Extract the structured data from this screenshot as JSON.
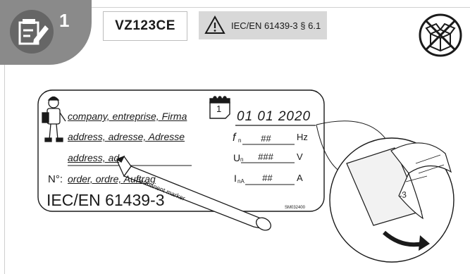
{
  "header": {
    "step_number": "1",
    "model_code": "VZ123CE",
    "standard_ref": "IEC/EN 61439-3 § 6.1",
    "icons": [
      "notepad-edit-icon",
      "warning-triangle-icon",
      "no-box-disposal-icon"
    ]
  },
  "label": {
    "company_line": "company, entreprise, Firma",
    "address_line_1": "address, adresse, Adresse",
    "address_line_2": "address, ad",
    "order_prefix": "N°:",
    "order_line": "order, ordre, Auftrag",
    "date": "01 01 2020",
    "calendar_day": "1",
    "freq_symbol": "f",
    "freq_sub": "n",
    "freq_value": "##",
    "freq_unit": "Hz",
    "voltage_symbol": "U",
    "voltage_sub": "n",
    "voltage_value": "###",
    "voltage_unit": "V",
    "current_symbol": "I",
    "current_sub": "nA",
    "current_value": "##",
    "current_unit": "A",
    "standard_big": "IEC/EN 61439-3",
    "doc_code": "SM032400"
  },
  "marker": {
    "text": "permanent marker"
  },
  "zoom": {
    "number_fragment": "-3"
  },
  "colors": {
    "tab_gray": "#8a8a8a",
    "std_box_bg": "#d8d8d8",
    "ink": "#1a1a1a"
  }
}
